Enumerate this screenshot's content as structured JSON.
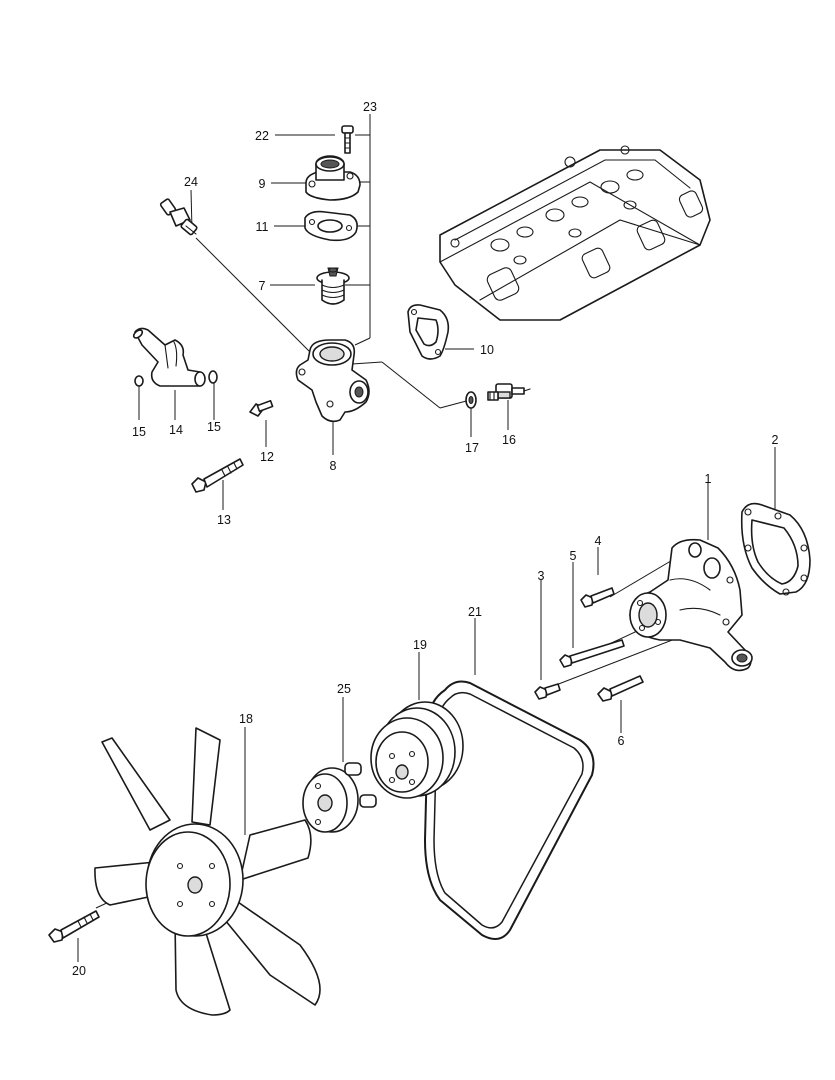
{
  "callouts": {
    "c1": "1",
    "c2": "2",
    "c3": "3",
    "c4": "4",
    "c5": "5",
    "c6": "6",
    "c7": "7",
    "c8": "8",
    "c9": "9",
    "c10": "10",
    "c11": "11",
    "c12": "12",
    "c13": "13",
    "c14": "14",
    "c15a": "15",
    "c15b": "15",
    "c16": "16",
    "c17": "17",
    "c18": "18",
    "c19": "19",
    "c20": "20",
    "c21": "21",
    "c22": "22",
    "c23": "23",
    "c24": "24",
    "c25": "25"
  },
  "parts": [
    {
      "id": "1",
      "name": "water-pump"
    },
    {
      "id": "2",
      "name": "water-pump-gasket"
    },
    {
      "id": "3",
      "name": "bolt"
    },
    {
      "id": "4",
      "name": "bolt"
    },
    {
      "id": "5",
      "name": "bolt"
    },
    {
      "id": "6",
      "name": "bolt"
    },
    {
      "id": "7",
      "name": "thermostat"
    },
    {
      "id": "8",
      "name": "thermostat-housing"
    },
    {
      "id": "9",
      "name": "thermostat-cover"
    },
    {
      "id": "10",
      "name": "housing-gasket"
    },
    {
      "id": "11",
      "name": "thermostat-gasket"
    },
    {
      "id": "12",
      "name": "bolt"
    },
    {
      "id": "13",
      "name": "bolt"
    },
    {
      "id": "14",
      "name": "bypass-pipe"
    },
    {
      "id": "15",
      "name": "o-ring"
    },
    {
      "id": "16",
      "name": "temperature-sensor"
    },
    {
      "id": "17",
      "name": "washer"
    },
    {
      "id": "18",
      "name": "cooling-fan"
    },
    {
      "id": "19",
      "name": "pulley"
    },
    {
      "id": "20",
      "name": "fan-bolt"
    },
    {
      "id": "21",
      "name": "v-belt"
    },
    {
      "id": "22",
      "name": "bolt"
    },
    {
      "id": "23",
      "name": "thermostat-assembly"
    },
    {
      "id": "24",
      "name": "temperature-switch"
    },
    {
      "id": "25",
      "name": "spacer"
    }
  ]
}
